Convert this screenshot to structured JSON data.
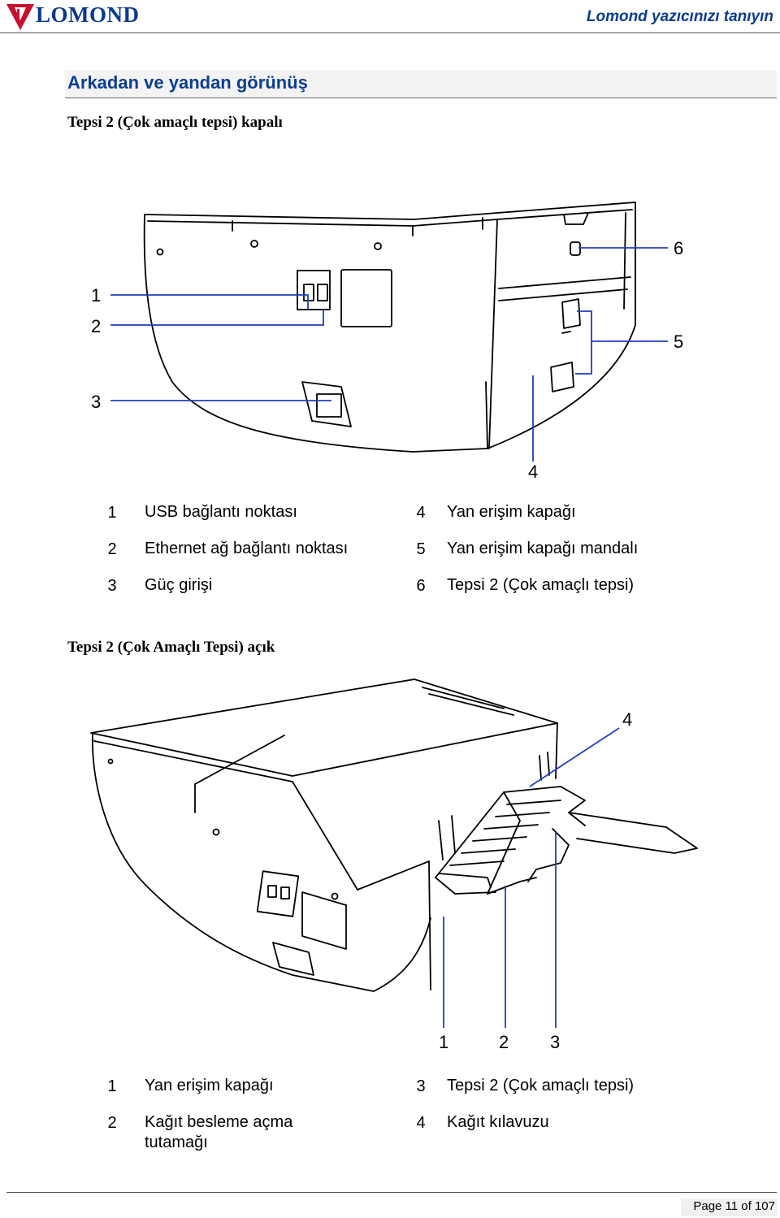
{
  "header": {
    "logo_text": "LOMOND",
    "title": "Lomond yazıcınızı tanıyın"
  },
  "section": {
    "title": "Arkadan  ve yandan görünüş"
  },
  "figure1": {
    "subtitle": "Tepsi 2 (Çok amaçlı tepsi) kapalı",
    "callouts": [
      "1",
      "2",
      "3",
      "4",
      "5",
      "6"
    ],
    "legend": [
      {
        "num": "1",
        "text": "USB bağlantı noktası"
      },
      {
        "num": "2",
        "text": "Ethernet ağ bağlantı noktası"
      },
      {
        "num": "3",
        "text": "Güç girişi"
      },
      {
        "num": "4",
        "text": "Yan erişim kapağı"
      },
      {
        "num": "5",
        "text": "Yan erişim kapağı mandalı"
      },
      {
        "num": "6",
        "text": "Tepsi 2 (Çok amaçlı tepsi)"
      }
    ]
  },
  "figure2": {
    "subtitle": "Tepsi 2 (Çok Amaçlı Tepsi) açık",
    "callouts": [
      "4",
      "1",
      "2",
      "3"
    ],
    "legend": [
      {
        "num": "1",
        "text": "Yan erişim kapağı"
      },
      {
        "num": "2",
        "text": "Kağıt besleme açma tutamağı"
      },
      {
        "num": "3",
        "text": "Tepsi 2 (Çok amaçlı tepsi)"
      },
      {
        "num": "4",
        "text": "Kağıt kılavuzu"
      }
    ]
  },
  "footer": {
    "page_label": "Page 11 of 107"
  },
  "colors": {
    "brand_red": "#c8102e",
    "brand_blue": "#0a3a8c",
    "callout_line": "#1f3fbf"
  }
}
